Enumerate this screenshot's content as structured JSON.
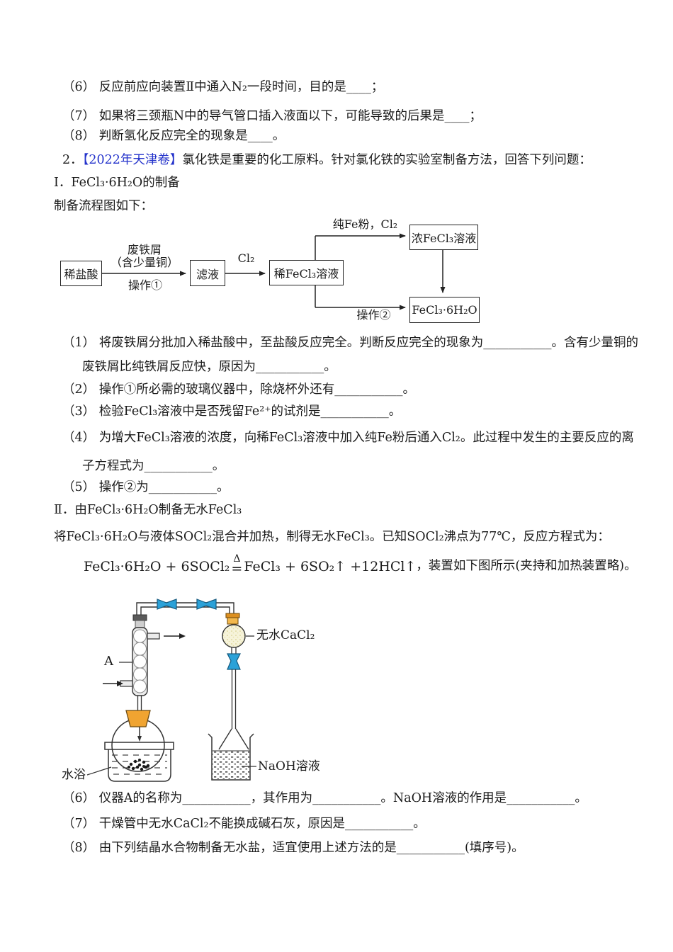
{
  "colors": {
    "accent_blue": "#2433cb",
    "clamp_blue": "#2ba1d8",
    "stopper_orange": "#f0a431",
    "cacl2_fill": "#f6f3da"
  },
  "prev_question_tail": {
    "q6": "（6） 反应前应向装置Ⅱ中通入N₂一段时间，目的是____；",
    "q7": "（7） 如果将三颈瓶N中的导气管口插入液面以下，可能导致的后果是____；",
    "q8": "（8） 判断氢化反应完全的现象是____。"
  },
  "question2": {
    "number": "2．",
    "source_tag": "【2022年天津卷】",
    "intro": "氯化铁是重要的化工原料。针对氯化铁的实验室制备方法，回答下列问题："
  },
  "part1": {
    "heading": "Ⅰ．FeCl₃·6H₂O的制备",
    "flow_intro": "制备流程图如下：",
    "flowchart": {
      "box_dilute_hcl": "稀盐酸",
      "box_filtrate": "滤液",
      "box_dilute_fecl3": "稀FeCl₃溶液",
      "box_conc_fecl3": "浓FeCl₃溶液",
      "box_product": "FeCl₃·6H₂O",
      "label_scrap_iron": "废铁屑",
      "label_copper_note": "（含少量铜）",
      "label_op1": "操作①",
      "label_cl2": "Cl₂",
      "label_fe_cl2": "纯Fe粉，Cl₂",
      "label_op2": "操作②"
    },
    "q1_line1": "（1） 将废铁屑分批加入稀盐酸中，至盐酸反应完全。判断反应完全的现象为___________。含有少量铜的",
    "q1_line2": "废铁屑比纯铁屑反应快，原因为___________。",
    "q2": "（2） 操作①所必需的玻璃仪器中，除烧杯外还有___________。",
    "q3": "（3） 检验FeCl₃溶液中是否残留Fe²⁺的试剂是___________。",
    "q4_line1": "（4） 为增大FeCl₃溶液的浓度，向稀FeCl₃溶液中加入纯Fe粉后通入Cl₂。此过程中发生的主要反应的离",
    "q4_line2": "子方程式为___________。",
    "q5": "（5） 操作②为___________。"
  },
  "part2": {
    "heading": "Ⅱ．由FeCl₃·6H₂O制备无水FeCl₃",
    "para": "将FeCl₃·6H₂O与液体SOCl₂混合并加热，制得无水FeCl₃。已知SOCl₂沸点为77℃，反应方程式为：",
    "equation": {
      "left": "FeCl₃·6H₂O + 6SOCl₂",
      "over": "Δ",
      "equals": "=",
      "right": "FeCl₃ + 6SO₂↑ +12HCl↑",
      "tail": "，装置如下图所示(夹持和加热装置略)。"
    },
    "apparatus": {
      "label_a": "A",
      "label_cacl2": "无水CaCl₂",
      "label_naoh": "NaOH溶液",
      "label_bath": "水浴"
    },
    "q6": "（6） 仪器A的名称为___________，其作用为___________。NaOH溶液的作用是___________。",
    "q7": "（7） 干燥管中无水CaCl₂不能换成碱石灰，原因是___________。",
    "q8": "（8） 由下列结晶水合物制备无水盐，适宜使用上述方法的是___________(填序号)。"
  }
}
